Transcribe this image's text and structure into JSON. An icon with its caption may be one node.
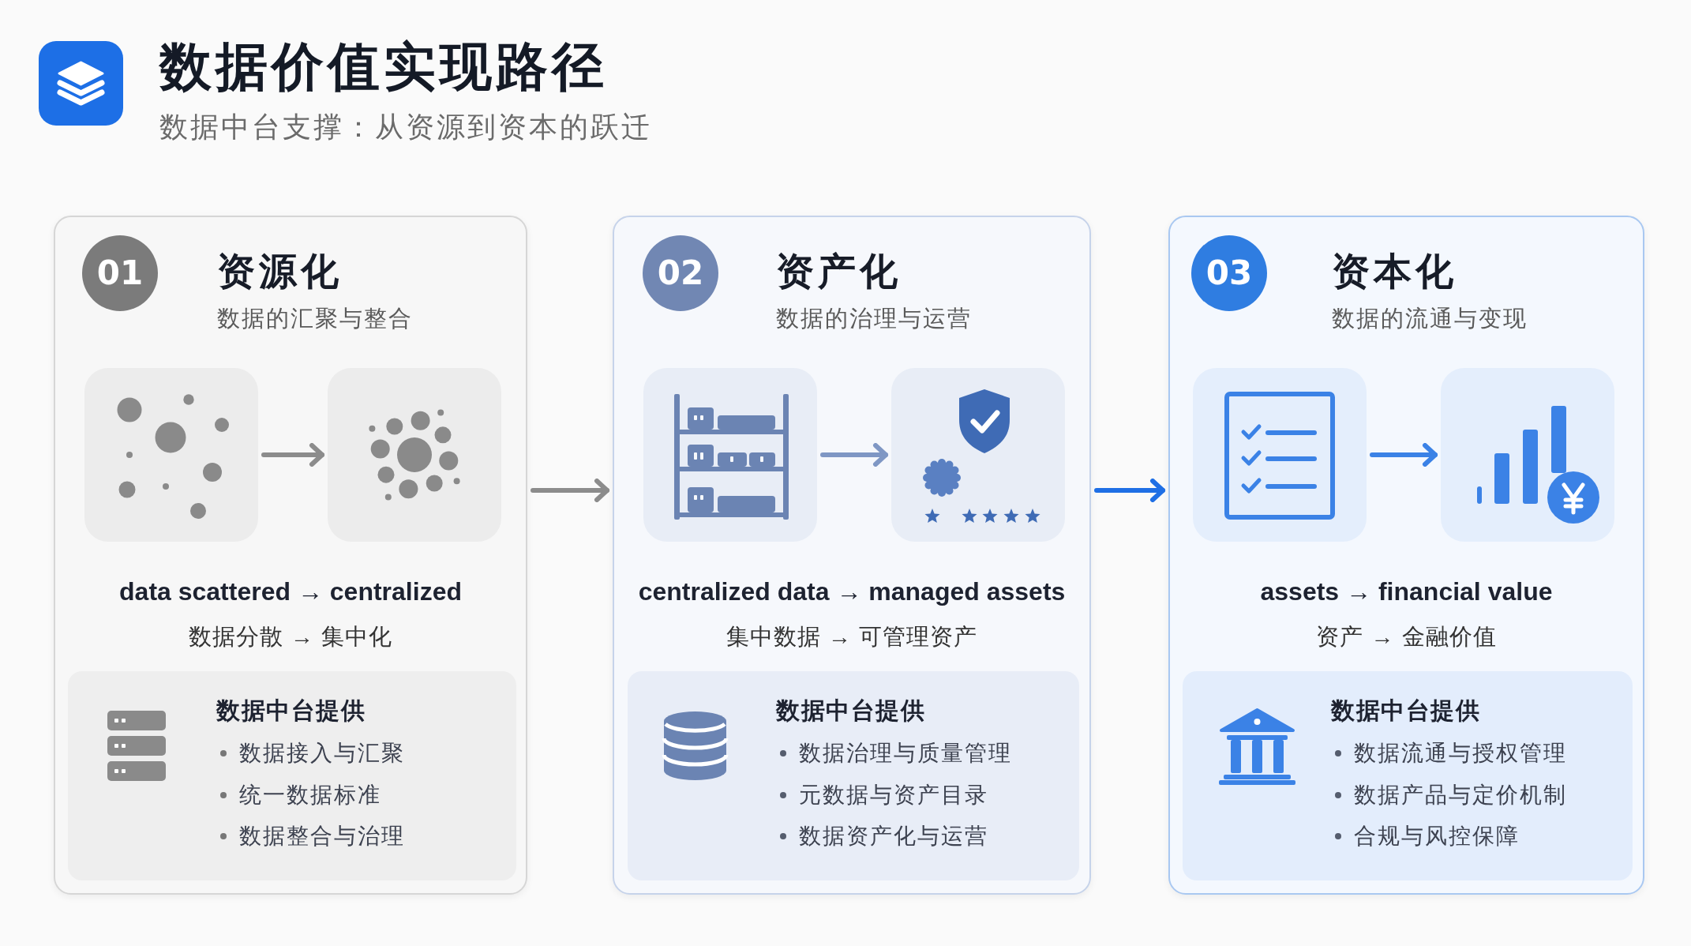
{
  "diagram": {
    "title": "数据价值实现路径",
    "nodes": [
      {
        "text": [
          "资源化",
          "数据的汇聚与整合",
          "data scattered → centralized",
          "数据分散 → 集中化"
        ]
      },
      {
        "text": [
          "01"
        ],
        "in": 0
      },
      {
        "text": [],
        "shape": "picture",
        "in": 0
      },
      {
        "text": [],
        "shape": "picture",
        "in": 0
      },
      {
        "text": [
          "数据中台提供",
          "数据接入与汇聚",
          "统一数据标准",
          "数据整合与治理"
        ],
        "in": 0
      },
      {
        "text": [
          "资产化",
          "数据的治理与运营",
          "centralized data → managed assets",
          "集中数据 → 可管理资产"
        ]
      },
      {
        "text": [
          "02"
        ],
        "in": 5
      },
      {
        "text": [],
        "shape": "picture",
        "in": 5
      },
      {
        "text": [],
        "shape": "picture",
        "in": 5
      },
      {
        "text": [
          "数据中台提供",
          "数据治理与质量管理",
          "元数据与资产目录",
          "数据资产化与运营"
        ],
        "in": 5
      },
      {
        "text": [
          "资本化",
          "数据的流通与变现",
          "assets → financial value",
          "资产 → 金融价值"
        ]
      },
      {
        "text": [
          "03"
        ],
        "in": 10
      },
      {
        "text": [],
        "shape": "picture",
        "in": 10
      },
      {
        "text": [],
        "shape": "picture",
        "in": 10
      },
      {
        "text": [
          "数据中台提供",
          "数据流通与授权管理",
          "数据产品与定价机制",
          "合规与风控保障"
        ],
        "in": 10
      }
    ],
    "edges": [
      {
        "from": 2,
        "to": 3,
        "arrow": "to",
        "color": "#8c8c8c"
      },
      {
        "from": 7,
        "to": 8,
        "arrow": "to",
        "color": "#7f97c4"
      },
      {
        "from": 12,
        "to": 13,
        "arrow": "to",
        "color": "#3b82e6"
      },
      {
        "from": 0,
        "to": 5,
        "arrow": "to",
        "color": "#8c8c8c"
      },
      {
        "from": 5,
        "to": 10,
        "arrow": "to",
        "color": "#1f6fe5"
      }
    ],
    "labels": [
      "数据中台支撑：从资源到资本的跃迁"
    ]
  }
}
